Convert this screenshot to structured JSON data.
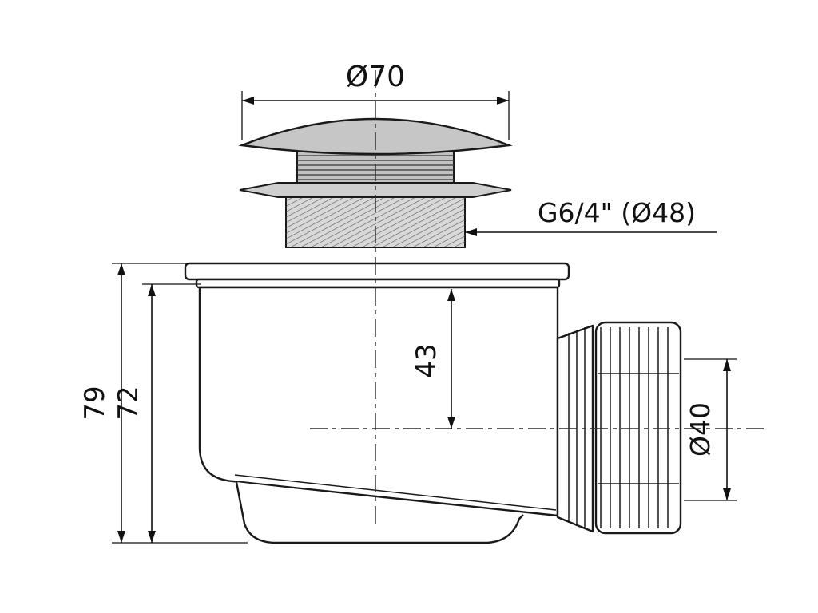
{
  "drawing": {
    "dims": {
      "cap_diameter": "Ø70",
      "thread": "G6/4\" (Ø48)",
      "height_total": "79",
      "height_body": "72",
      "depth_inner": "43",
      "outlet_diameter": "Ø40"
    },
    "colors": {
      "line": "#1a1a1a",
      "metal_light": "#c6c6c6",
      "metal_mid": "#b9b9b9",
      "background": "#ffffff"
    }
  }
}
